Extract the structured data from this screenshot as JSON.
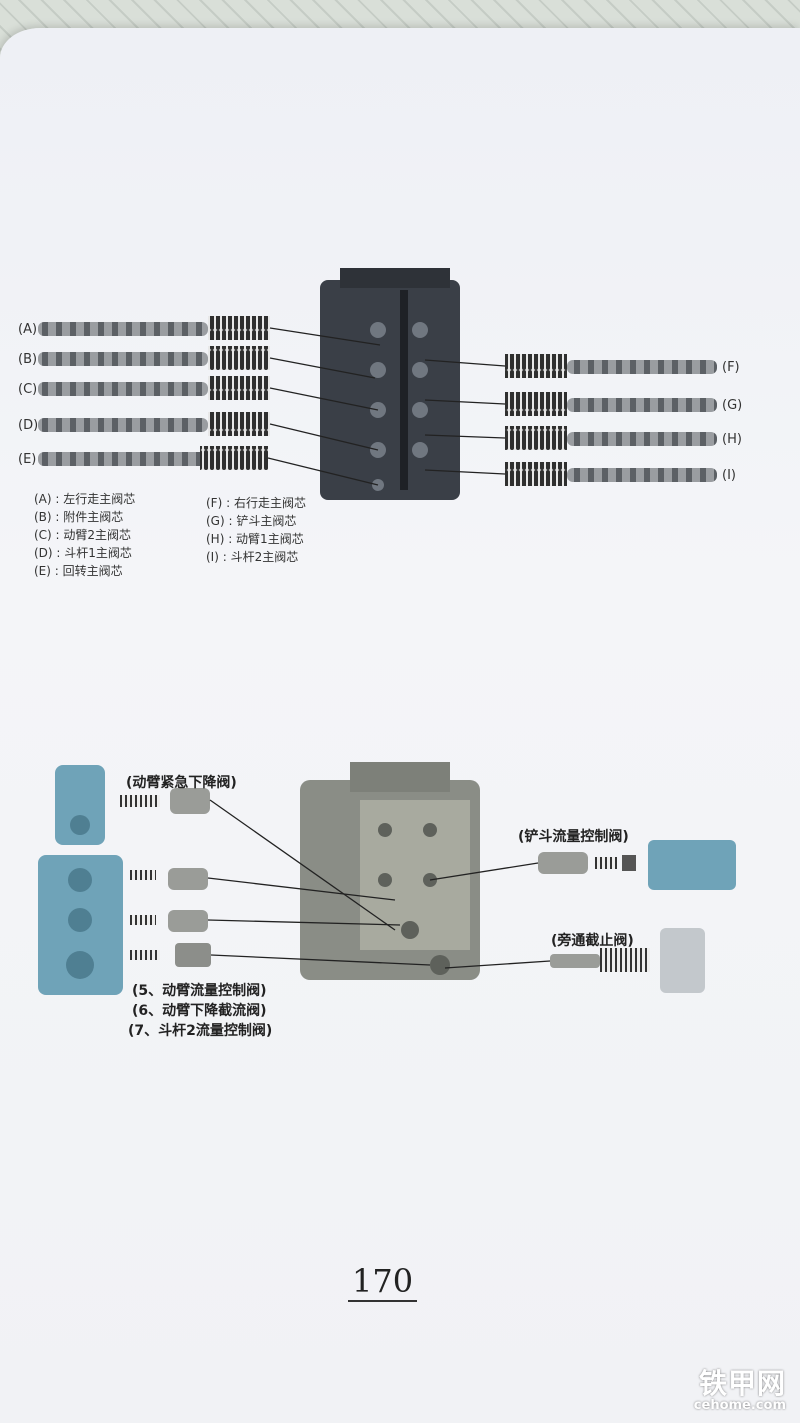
{
  "top_diagram": {
    "left_letters": [
      "(A)",
      "(B)",
      "(C)",
      "(D)",
      "(E)"
    ],
    "right_letters": [
      "(F)",
      "(G)",
      "(H)",
      "(I)"
    ],
    "legend_left": [
      "(A) : 左行走主阀芯",
      "(B) : 附件主阀芯",
      "(C) : 动臂2主阀芯",
      "(D) : 斗杆1主阀芯",
      "(E) : 回转主阀芯"
    ],
    "legend_right": [
      "(F) : 右行走主阀芯",
      "(G) : 铲斗主阀芯",
      "(H) : 动臂1主阀芯",
      "(I) : 斗杆2主阀芯"
    ]
  },
  "bottom_diagram": {
    "callout_boom_emergency": "(动臂紧急下降阀)",
    "callout_bucket_flow": "(铲斗流量控制阀)",
    "callout_bypass": "(旁通截止阀)",
    "callout_list": [
      "(5、动臂流量控制阀)",
      "(6、动臂下降截流阀)",
      "(7、斗杆2流量控制阀)"
    ]
  },
  "page_number": "170",
  "watermark": {
    "main": "铁甲网",
    "sub": "cehome.com"
  },
  "colors": {
    "valve_body": "#3a3f47",
    "cover_blue": "#6fa3b8",
    "spring": "#2f2f2f",
    "spool": "#8c8f93"
  }
}
